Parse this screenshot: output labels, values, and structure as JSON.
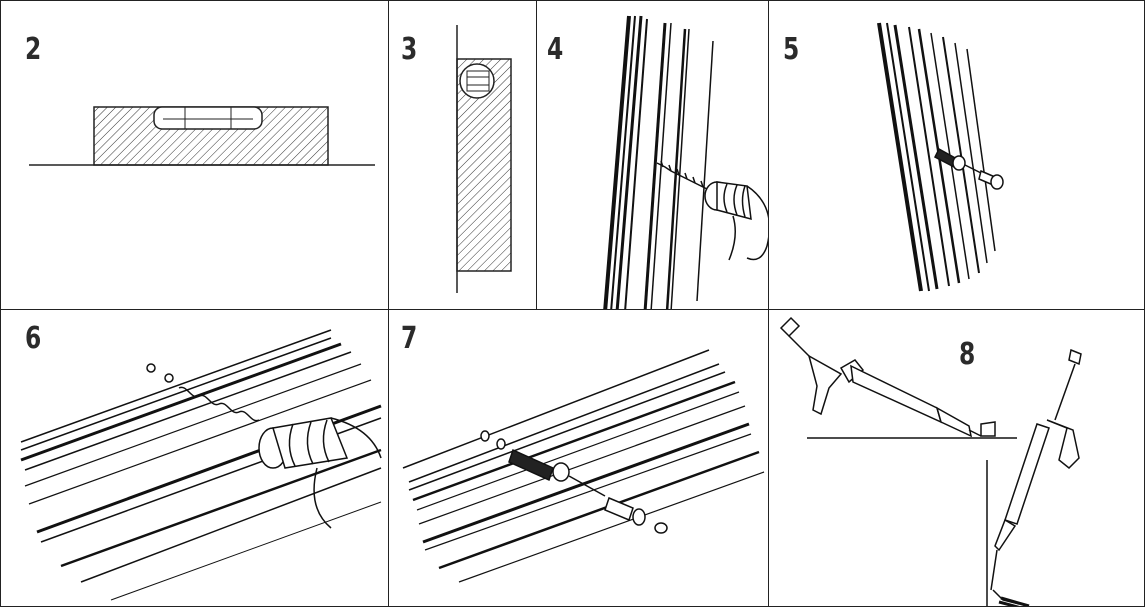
{
  "steps": [
    {
      "id": "2",
      "label": "2"
    },
    {
      "id": "3",
      "label": "3"
    },
    {
      "id": "4",
      "label": "4"
    },
    {
      "id": "5",
      "label": "5"
    },
    {
      "id": "6",
      "label": "6"
    },
    {
      "id": "7",
      "label": "7"
    },
    {
      "id": "8",
      "label": "8"
    }
  ]
}
